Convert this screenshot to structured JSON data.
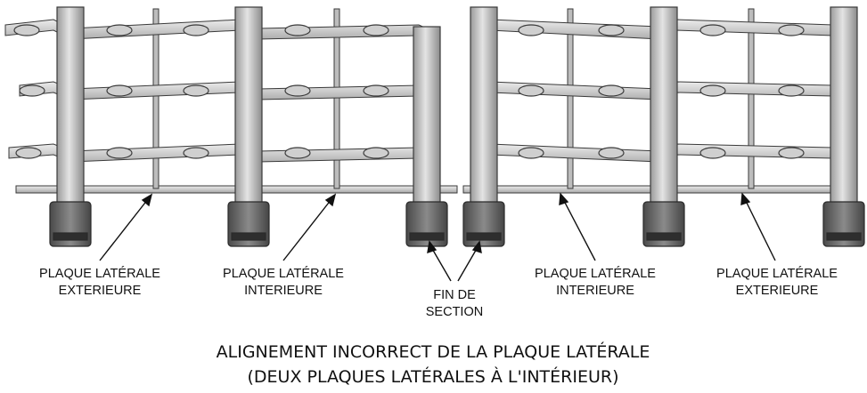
{
  "labels": {
    "outer_left_l1": "PLAQUE LATÉRALE",
    "outer_left_l2": "EXTERIEURE",
    "inner_left_l1": "PLAQUE LATÉRALE",
    "inner_left_l2": "INTERIEURE",
    "end_l1": "FIN DE",
    "end_l2": "SECTION",
    "inner_right_l1": "PLAQUE LATÉRALE",
    "inner_right_l2": "INTERIEURE",
    "outer_right_l1": "PLAQUE LATÉRALE",
    "outer_right_l2": "EXTERIEURE"
  },
  "caption": {
    "line1": "ALIGNEMENT INCORRECT DE LA PLAQUE LATÉRALE",
    "line2": "(DEUX PLAQUES LATÉRALES À L'INTÉRIEUR)"
  },
  "colors": {
    "metal": "#d2d2d2",
    "metal_dark": "#8a8a8a",
    "sprocket": "#6e6e6e",
    "outline": "#3a3a3a",
    "text": "#111111"
  }
}
